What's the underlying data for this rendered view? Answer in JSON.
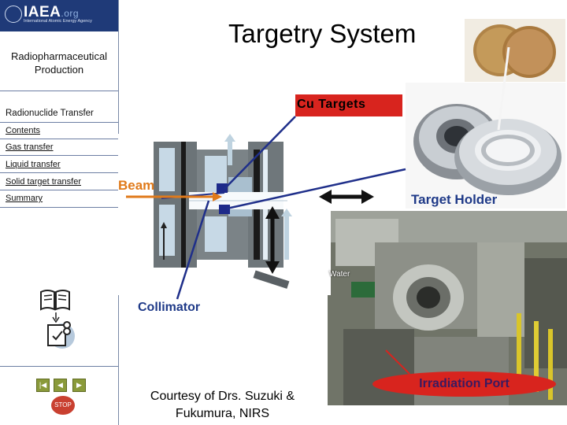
{
  "logo": {
    "name": "IAEA",
    "org": ".org",
    "subtitle": "International Atomic Energy Agency"
  },
  "sidebar": {
    "section_title": "Radiopharmaceutical Production",
    "module_title": "Radionuclide Transfer",
    "items": [
      {
        "label": "Contents"
      },
      {
        "label": "Gas transfer"
      },
      {
        "label": "Liquid transfer"
      },
      {
        "label": "Solid target transfer"
      },
      {
        "label": "Summary"
      }
    ],
    "controls": {
      "stop_label": "STOP",
      "first_icon": "first-slide-icon",
      "prev_icon": "previous-slide-icon",
      "next_icon": "next-slide-icon",
      "book_icon": "book-icon",
      "quiz_icon": "quiz-icon"
    }
  },
  "slide": {
    "title": "Targetry System",
    "labels": {
      "cu_targets": "Cu Targets",
      "beam": "Beam",
      "target_holder": "Target Holder",
      "water": "Water",
      "collimator": "Collimator",
      "irradiation_port": "Irradiation Port"
    },
    "courtesy_line1": "Courtesy of Drs. Suzuki &",
    "courtesy_line2": "Fukumura, NIRS"
  },
  "colors": {
    "logo_bar": "#1f3a78",
    "label_blue": "#1f3a88",
    "label_orange": "#e07a1a",
    "highlight_red": "#d8241e"
  }
}
